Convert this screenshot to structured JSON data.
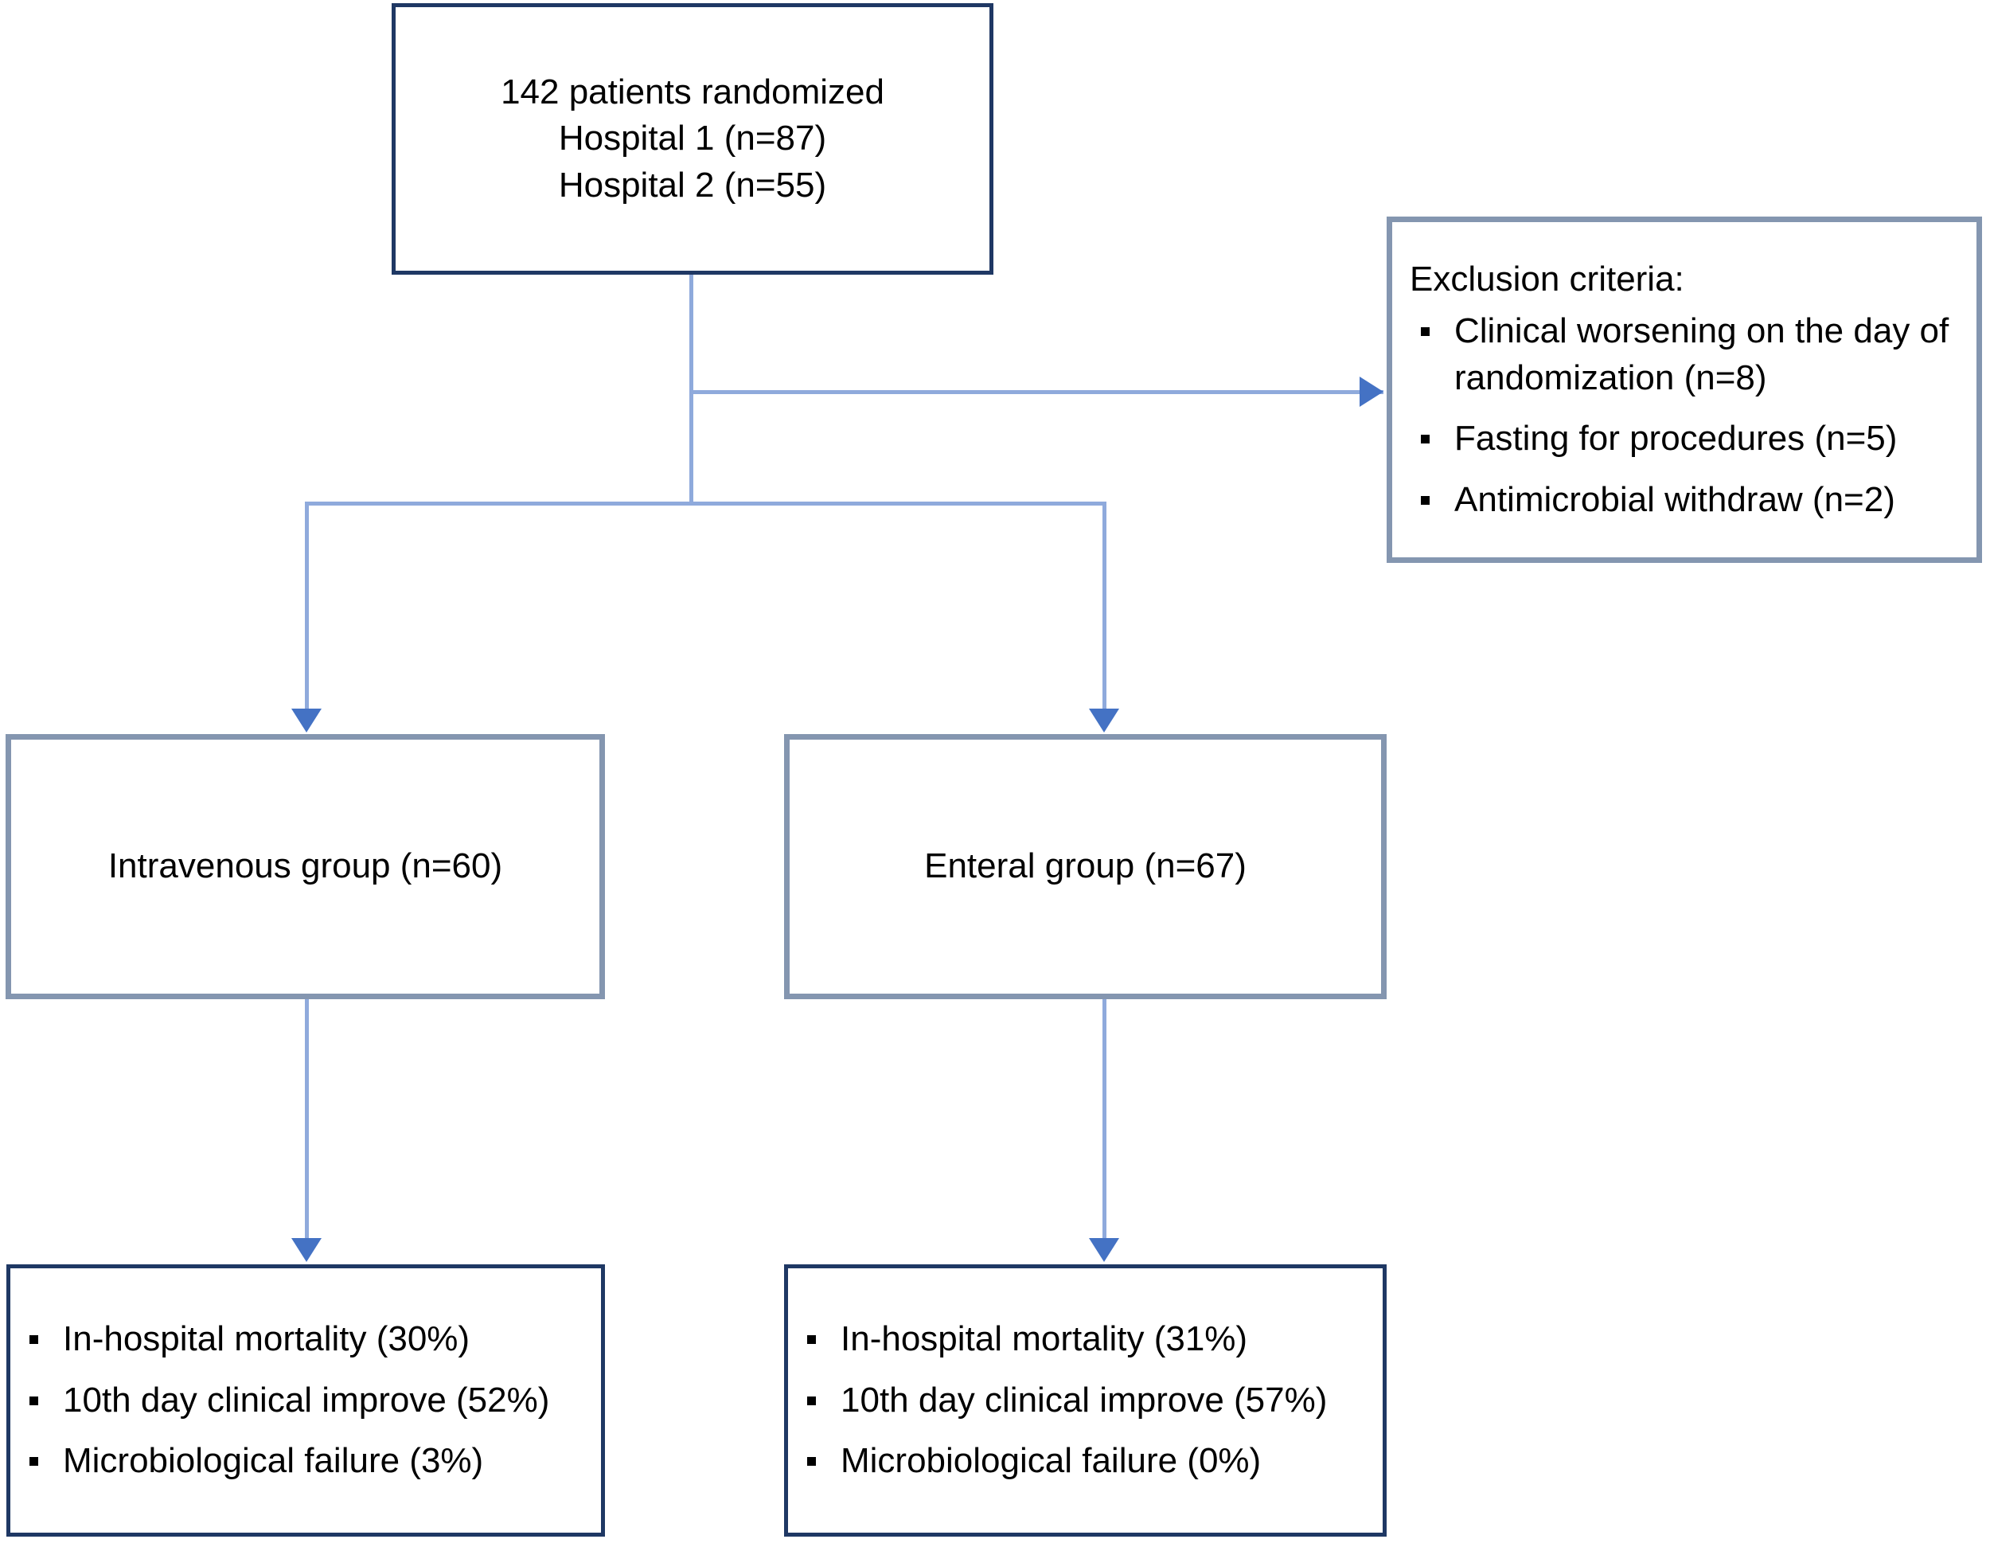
{
  "diagram": {
    "type": "consort-flow-diagram",
    "accent_line_color": "#8FAADC",
    "arrowhead_color": "#4472C4",
    "navy_border_color": "#1F3864",
    "slate_border_color": "#8496B0"
  },
  "enrollment_box": {
    "line1": "142 patients randomized",
    "line2": "Hospital 1 (n=87)",
    "line3": "Hospital 2 (n=55)"
  },
  "exclusion_box": {
    "heading": "Exclusion criteria:",
    "items": [
      "Clinical worsening on the day of randomization (n=8)",
      "Fasting for procedures (n=5)",
      "Antimicrobial withdraw (n=2)"
    ]
  },
  "allocation": {
    "left_group_label": "Intravenous group (n=60)",
    "right_group_label": "Enteral group (n=67)"
  },
  "outcomes": {
    "left": [
      "In-hospital mortality (30%)",
      "10th day clinical improve (52%)",
      "Microbiological failure (3%)"
    ],
    "right": [
      "In-hospital mortality (31%)",
      "10th day clinical improve (57%)",
      "Microbiological failure (0%)"
    ]
  }
}
